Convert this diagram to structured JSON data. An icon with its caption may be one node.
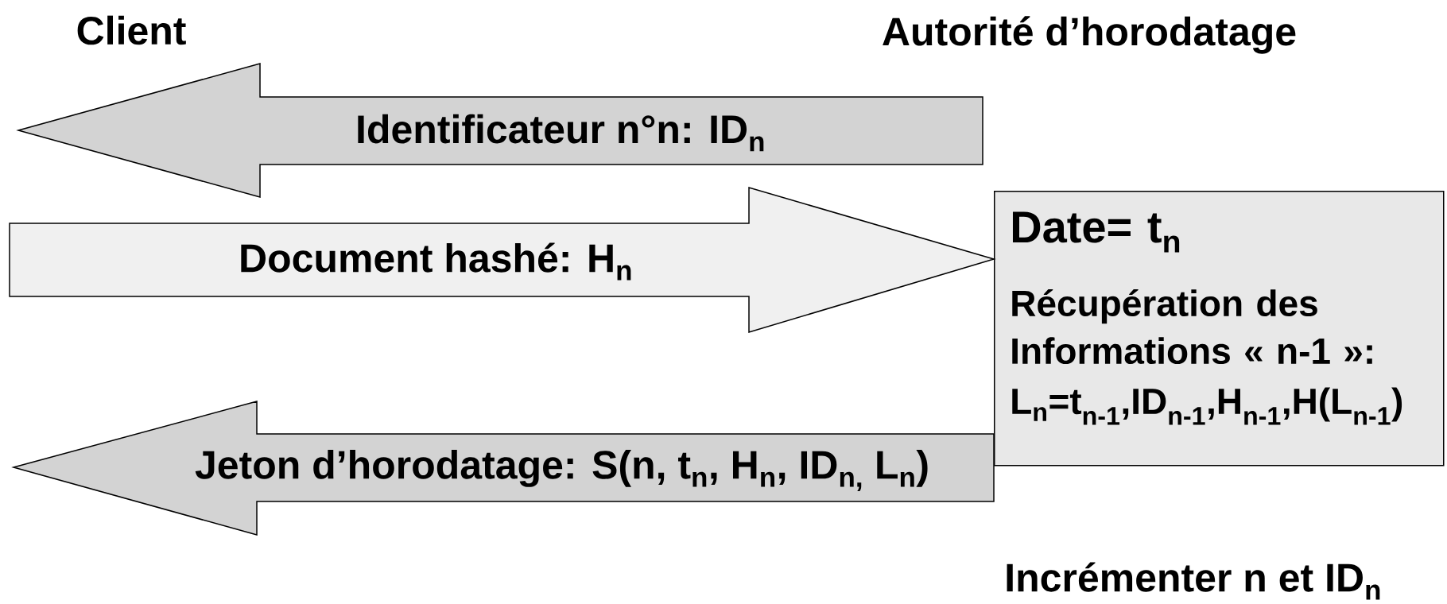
{
  "diagram": {
    "nodes": [
      {
        "text": [
          "Client"
        ]
      },
      {
        "text": [
          "Autorité d’horodatage"
        ]
      },
      {
        "text": [
          "Identificateur n°n: ID$_{n}$"
        ]
      },
      {
        "text": [
          "Date= t$_{n}$",
          "Récupération des Informations « n-1 »:",
          "L$_{n}$=t$_{n-1}$,ID$_{n-1}$,H$_{n-1}$,H(L$_{n-1}$)"
        ]
      }
    ],
    "edges": [
      {
        "from": null,
        "to": 3,
        "arrow": "to",
        "label": "Document hashé: H$_{n}$",
        "color": "#f0f0f0"
      },
      {
        "from": 3,
        "to": null,
        "arrow": "to",
        "label": "Jeton d’horodatage: S(n, t$_{n}$, H$_{n}$, ID$_{n,}$ L$_{n}$)"
      }
    ],
    "labels": [
      "Incrémenter n et ID$_{n}$"
    ]
  }
}
